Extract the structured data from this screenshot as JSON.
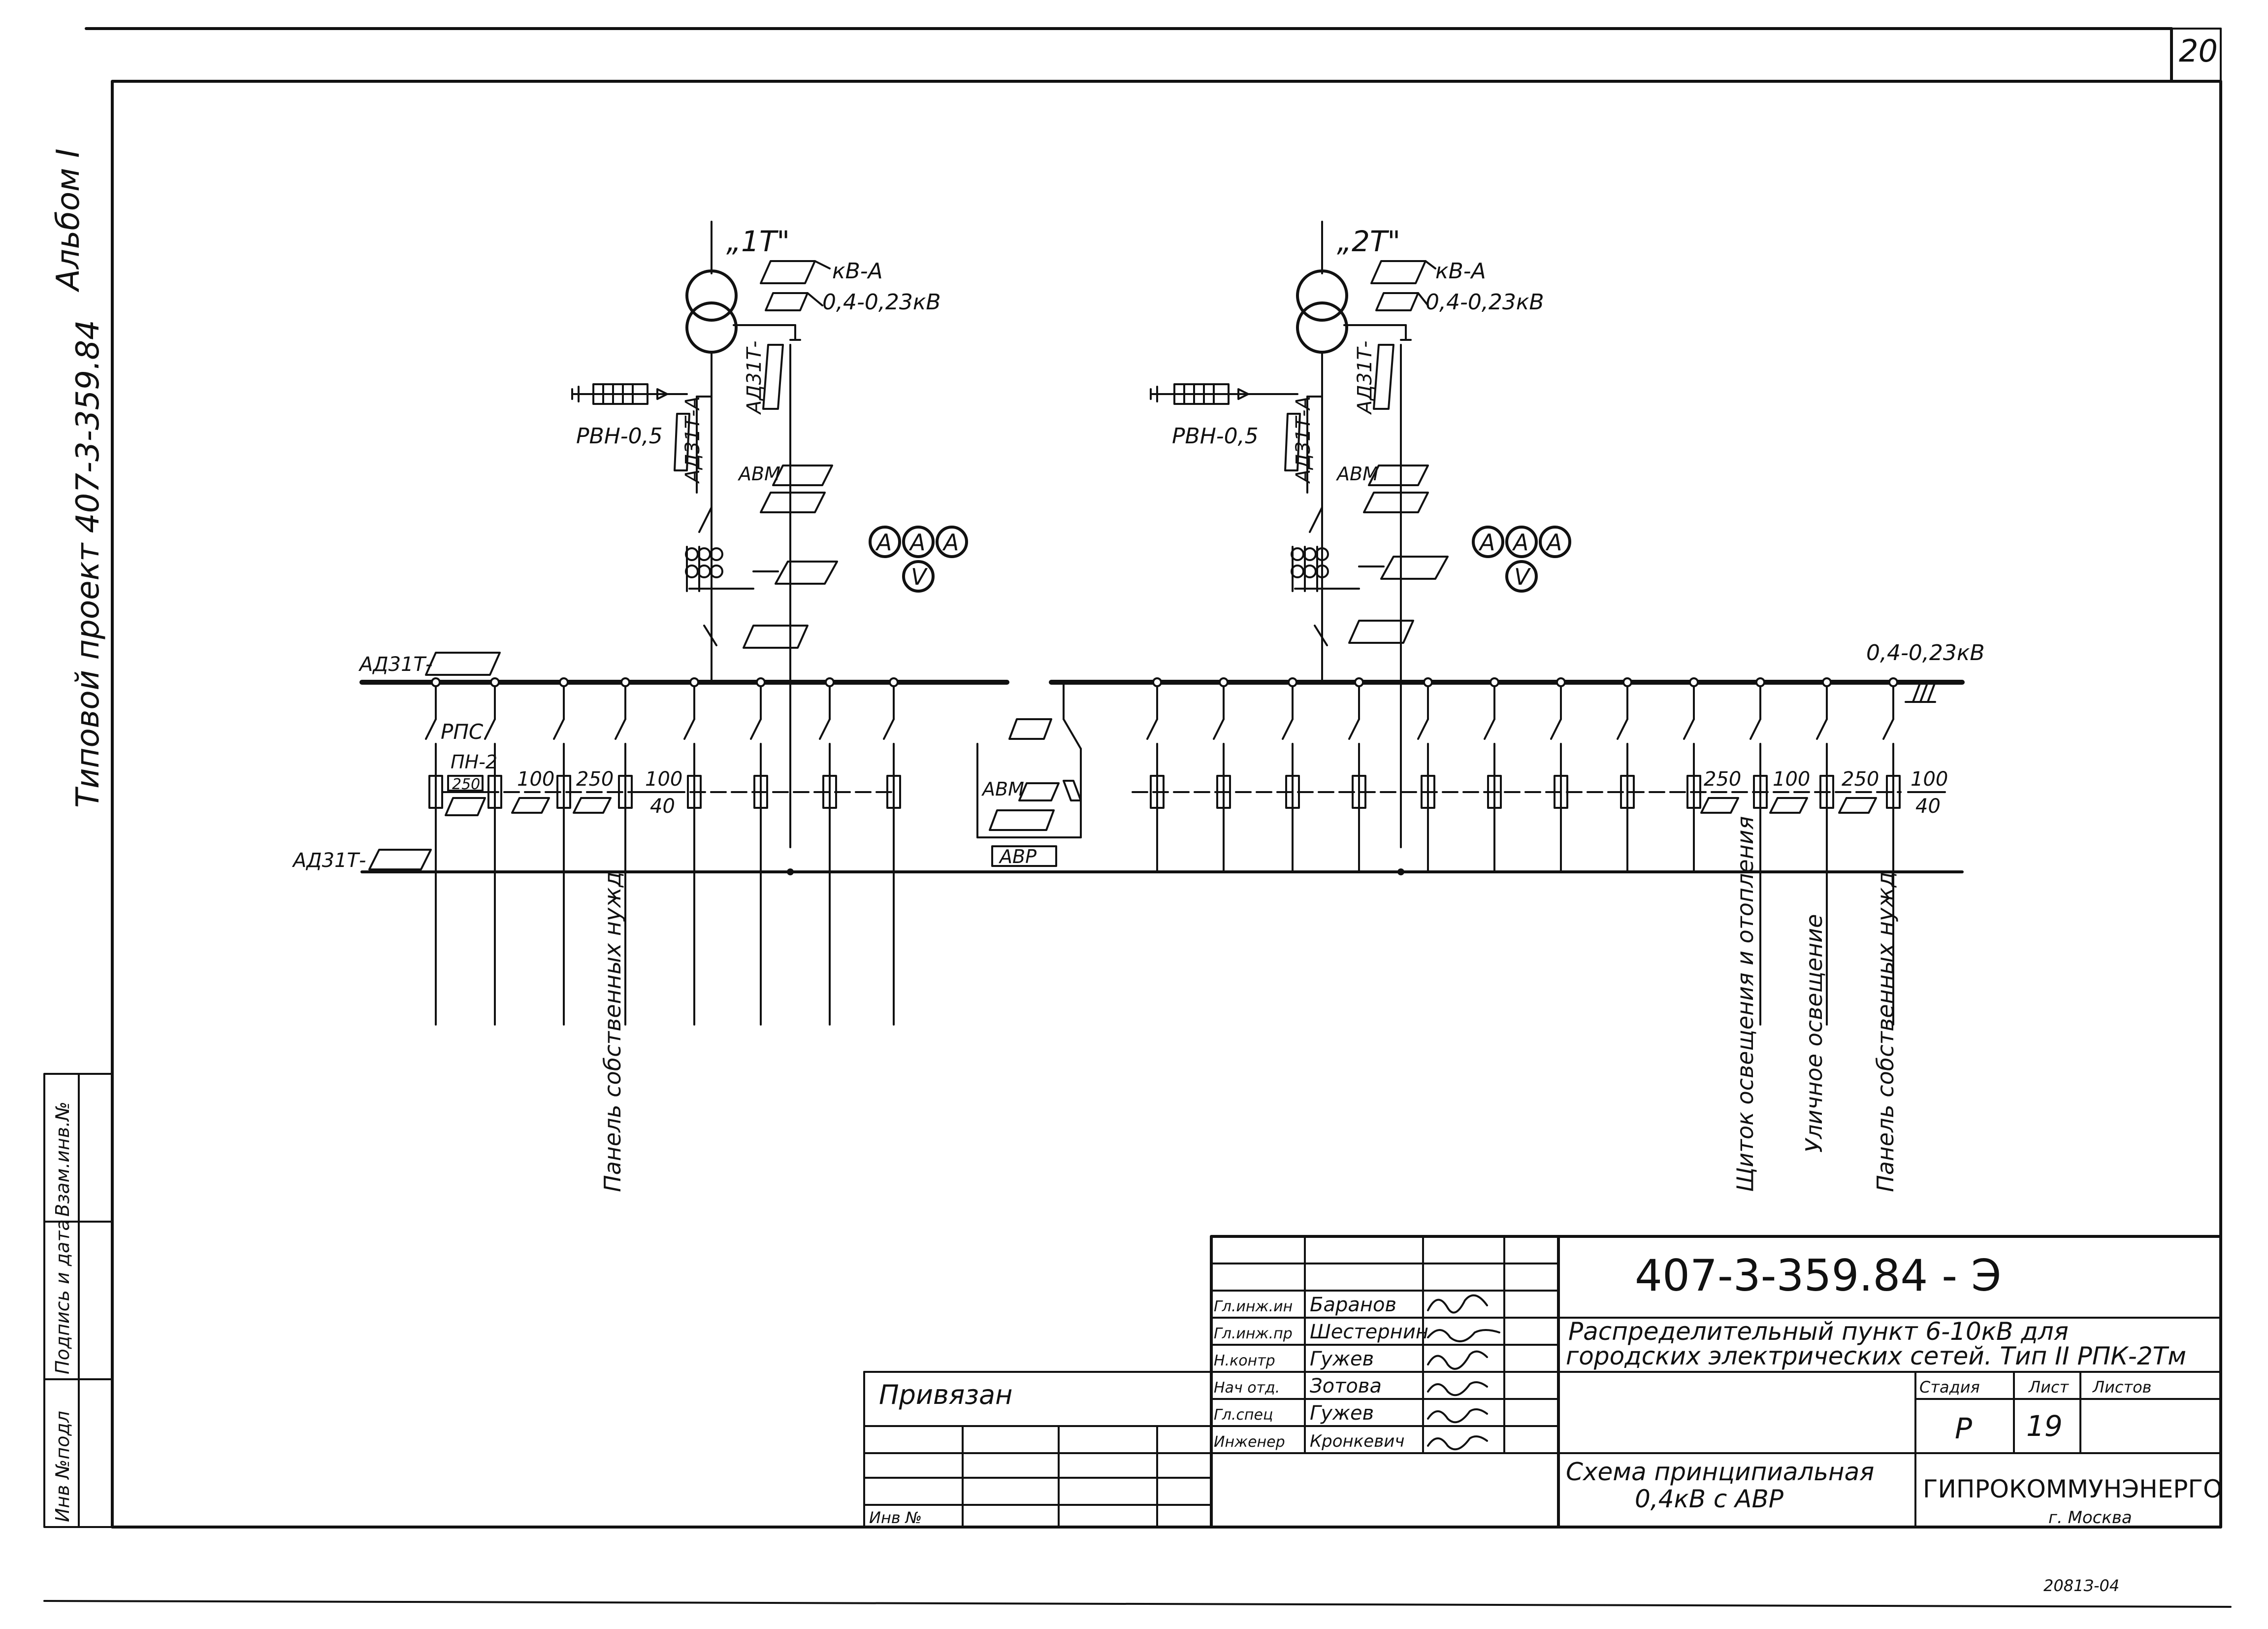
{
  "sheet_number": "20",
  "side_title": "Типовой проект  407-3-359.84",
  "side_album": "Альбом I",
  "left_stamp": {
    "cols": [
      "Инв №подл",
      "Подпись и дата",
      "Взам.инв.№"
    ]
  },
  "transformers": [
    {
      "label": "„1T\"",
      "power": "кВ-А",
      "voltage": "0,4-0,23кВ",
      "cable_a": "АД31Т-",
      "cable_b": "АД31Т-А",
      "arrester": "РВН-0,5",
      "breaker": "АВМ"
    },
    {
      "label": "„2T\"",
      "power": "кВ-А",
      "voltage": "0,4-0,23кВ",
      "cable_a": "АД31Т-",
      "cable_b": "АД31Т-А",
      "arrester": "РВН-0,5",
      "breaker": "АВМ"
    }
  ],
  "meters": {
    "ammeter": "A",
    "voltmeter": "V"
  },
  "bus": {
    "cable_top": "АД31Т-",
    "cable_bottom": "АД31Т-",
    "voltage": "0,4-0,23кВ"
  },
  "panel_left": {
    "rps": "РПС",
    "fuse_type": "ПН-2",
    "fuse_rating": "250",
    "f1": "100",
    "f2": "250",
    "f3_top": "100",
    "f3_bot": "40"
  },
  "avr_unit": {
    "breaker": "АВМ",
    "label": "АВР"
  },
  "panel_right": {
    "f1": "250",
    "f2": "100",
    "f3": "250",
    "f4_top": "100",
    "f4_bot": "40"
  },
  "feeders": [
    {
      "label": "Панель собственных нужд"
    },
    {
      "label": "Щиток освещения и отопления"
    },
    {
      "label": "Уличное освещение"
    },
    {
      "label": "Панель собственных нужд"
    }
  ],
  "title_block": {
    "doc_code": "407-3-359.84 - Э",
    "description_1": "Распределительный пункт 6-10кВ для",
    "description_2": "городских электрических сетей. Тип II РПК-2Тм",
    "bound": "Привязан",
    "inv": "Инв №",
    "sheet_title_1": "Схема принципиальная",
    "sheet_title_2": "0,4кВ с АВР",
    "stage_h": "Стадия",
    "sheet_h": "Лист",
    "sheets_h": "Листов",
    "stage": "Р",
    "sheet": "19",
    "org": "ГИПРОКОММУНЭНЕРГО",
    "city": "г. Москва",
    "roles": [
      {
        "role": "Гл.инж.ин",
        "name": "Баранов"
      },
      {
        "role": "Гл.инж.пр",
        "name": "Шестернин"
      },
      {
        "role": "Н.контр",
        "name": "Гужев"
      },
      {
        "role": "Нач отд.",
        "name": "Зотова"
      },
      {
        "role": "Гл.спец",
        "name": "Гужев"
      },
      {
        "role": "Инженер",
        "name": "Кронкевич"
      }
    ]
  },
  "bottom_stamp": "2081З-04"
}
